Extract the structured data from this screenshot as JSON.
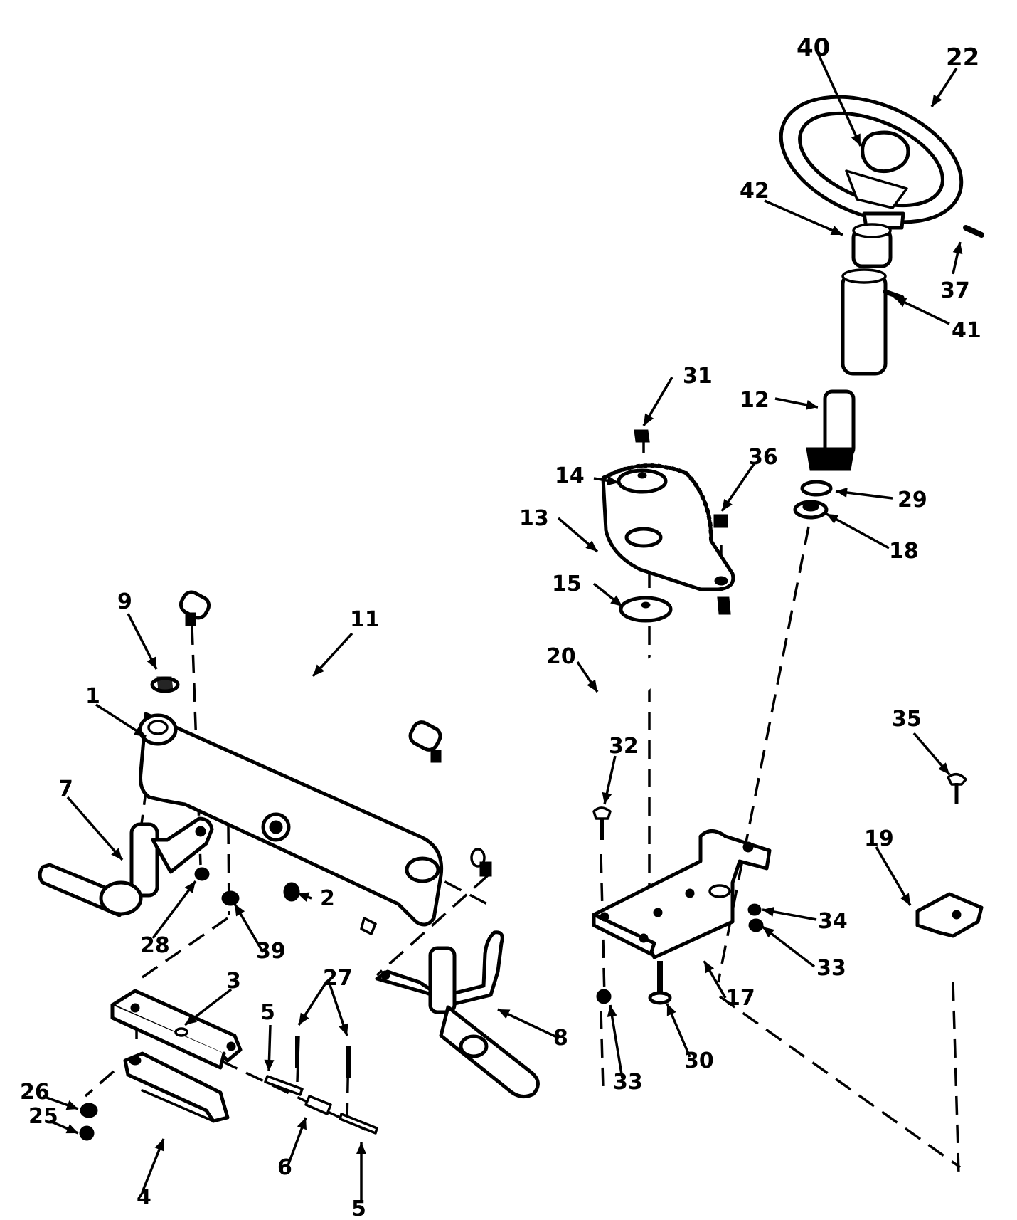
{
  "colors": {
    "ink": "#000000",
    "paper": "#ffffff"
  },
  "callouts": [
    {
      "id": "c40",
      "label": "40"
    },
    {
      "id": "c22",
      "label": "22"
    },
    {
      "id": "c42",
      "label": "42"
    },
    {
      "id": "c37",
      "label": "37"
    },
    {
      "id": "c41",
      "label": "41"
    },
    {
      "id": "c31",
      "label": "31"
    },
    {
      "id": "c12",
      "label": "12"
    },
    {
      "id": "c36",
      "label": "36"
    },
    {
      "id": "c14",
      "label": "14"
    },
    {
      "id": "c29",
      "label": "29"
    },
    {
      "id": "c13",
      "label": "13"
    },
    {
      "id": "c18",
      "label": "18"
    },
    {
      "id": "c15",
      "label": "15"
    },
    {
      "id": "c9",
      "label": "9"
    },
    {
      "id": "c11",
      "label": "11"
    },
    {
      "id": "c20",
      "label": "20"
    },
    {
      "id": "c1",
      "label": "1"
    },
    {
      "id": "c35",
      "label": "35"
    },
    {
      "id": "c32",
      "label": "32"
    },
    {
      "id": "c7",
      "label": "7"
    },
    {
      "id": "c19",
      "label": "19"
    },
    {
      "id": "c2",
      "label": "2"
    },
    {
      "id": "c34",
      "label": "34"
    },
    {
      "id": "c28",
      "label": "28"
    },
    {
      "id": "c39",
      "label": "39"
    },
    {
      "id": "c33a",
      "label": "33"
    },
    {
      "id": "c17",
      "label": "17"
    },
    {
      "id": "c3",
      "label": "3"
    },
    {
      "id": "c27",
      "label": "27"
    },
    {
      "id": "c5a",
      "label": "5"
    },
    {
      "id": "c8",
      "label": "8"
    },
    {
      "id": "c30",
      "label": "30"
    },
    {
      "id": "c33b",
      "label": "33"
    },
    {
      "id": "c26",
      "label": "26"
    },
    {
      "id": "c25",
      "label": "25"
    },
    {
      "id": "c4",
      "label": "4"
    },
    {
      "id": "c6",
      "label": "6"
    },
    {
      "id": "c5b",
      "label": "5"
    }
  ]
}
